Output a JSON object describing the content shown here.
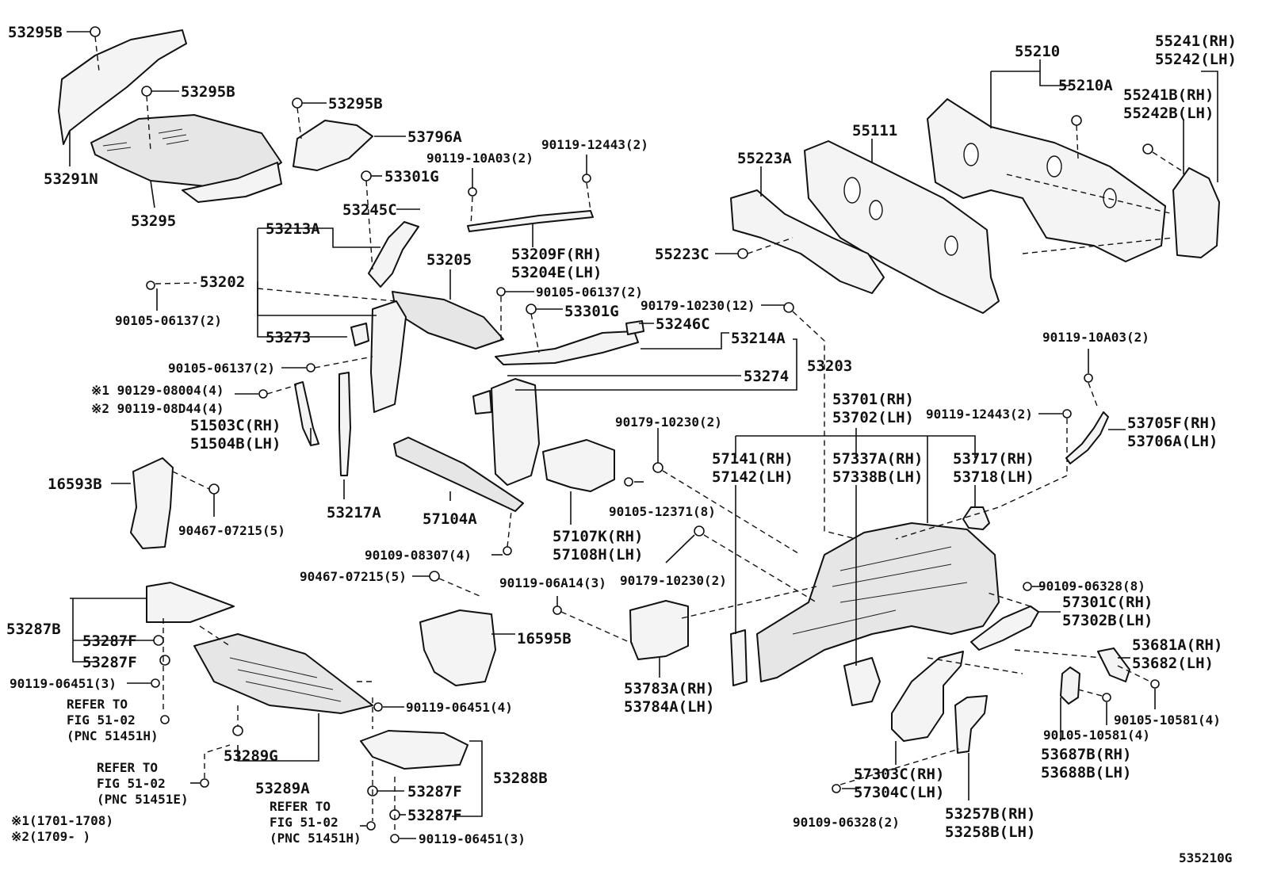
{
  "figure_code": "535210G",
  "labels": [
    {
      "id": "l01",
      "text": "53295B"
    },
    {
      "id": "l02",
      "text": "53295B"
    },
    {
      "id": "l03",
      "text": "53295B"
    },
    {
      "id": "l04",
      "text": "53796A"
    },
    {
      "id": "l05",
      "text": "53291N"
    },
    {
      "id": "l06",
      "text": "53295"
    },
    {
      "id": "l07",
      "text": "90119-10A03(2)"
    },
    {
      "id": "l08",
      "text": "90119-12443(2)"
    },
    {
      "id": "l09",
      "text": "53301G"
    },
    {
      "id": "l10",
      "text": "53245C"
    },
    {
      "id": "l11",
      "text": "53213A"
    },
    {
      "id": "l12",
      "text": "53205"
    },
    {
      "id": "l13",
      "text": "53209F(RH)"
    },
    {
      "id": "l14",
      "text": "53204E(LH)"
    },
    {
      "id": "l15",
      "text": "53202"
    },
    {
      "id": "l16",
      "text": "90105-06137(2)"
    },
    {
      "id": "l17",
      "text": "90105-06137(2)"
    },
    {
      "id": "l18",
      "text": "53301G"
    },
    {
      "id": "l19",
      "text": "53273"
    },
    {
      "id": "l20",
      "text": "53246C"
    },
    {
      "id": "l21",
      "text": "53214A"
    },
    {
      "id": "l22",
      "text": "53203"
    },
    {
      "id": "l23",
      "text": "90105-06137(2)"
    },
    {
      "id": "l24",
      "text": "53274"
    },
    {
      "id": "l25",
      "text": "※1 90129-08004(4)"
    },
    {
      "id": "l26",
      "text": "※2 90119-08D44(4)"
    },
    {
      "id": "l27",
      "text": "51503C(RH)"
    },
    {
      "id": "l28",
      "text": "51504B(LH)"
    },
    {
      "id": "l29",
      "text": "16593B"
    },
    {
      "id": "l30",
      "text": "90467-07215(5)"
    },
    {
      "id": "l31",
      "text": "53217A"
    },
    {
      "id": "l32",
      "text": "57104A"
    },
    {
      "id": "l33",
      "text": "90109-08307(4)"
    },
    {
      "id": "l34",
      "text": "57107K(RH)"
    },
    {
      "id": "l35",
      "text": "57108H(LH)"
    },
    {
      "id": "l36",
      "text": "90179-10230(2)"
    },
    {
      "id": "l37",
      "text": "90105-12371(8)"
    },
    {
      "id": "l38",
      "text": "90179-10230(12)"
    },
    {
      "id": "l39",
      "text": "55111"
    },
    {
      "id": "l40",
      "text": "55223A"
    },
    {
      "id": "l41",
      "text": "55223C"
    },
    {
      "id": "l42",
      "text": "55210"
    },
    {
      "id": "l43",
      "text": "55210A"
    },
    {
      "id": "l44",
      "text": "55241(RH)"
    },
    {
      "id": "l45",
      "text": "55242(LH)"
    },
    {
      "id": "l46",
      "text": "55241B(RH)"
    },
    {
      "id": "l47",
      "text": "55242B(LH)"
    },
    {
      "id": "l48",
      "text": "90119-10A03(2)"
    },
    {
      "id": "l49",
      "text": "53701(RH)"
    },
    {
      "id": "l50",
      "text": "53702(LH)"
    },
    {
      "id": "l51",
      "text": "90119-12443(2)"
    },
    {
      "id": "l52",
      "text": "53705F(RH)"
    },
    {
      "id": "l53",
      "text": "53706A(LH)"
    },
    {
      "id": "l54",
      "text": "57141(RH)"
    },
    {
      "id": "l55",
      "text": "57142(LH)"
    },
    {
      "id": "l56",
      "text": "57337A(RH)"
    },
    {
      "id": "l57",
      "text": "57338B(LH)"
    },
    {
      "id": "l58",
      "text": "53717(RH)"
    },
    {
      "id": "l59",
      "text": "53718(LH)"
    },
    {
      "id": "l60",
      "text": "90179-10230(2)"
    },
    {
      "id": "l61",
      "text": "90109-06328(8)"
    },
    {
      "id": "l62",
      "text": "57301C(RH)"
    },
    {
      "id": "l63",
      "text": "57302B(LH)"
    },
    {
      "id": "l64",
      "text": "53681A(RH)"
    },
    {
      "id": "l65",
      "text": "53682(LH)"
    },
    {
      "id": "l66",
      "text": "90105-10581(4)"
    },
    {
      "id": "l67",
      "text": "90105-10581(4)"
    },
    {
      "id": "l68",
      "text": "53687B(RH)"
    },
    {
      "id": "l69",
      "text": "53688B(LH)"
    },
    {
      "id": "l70",
      "text": "53783A(RH)"
    },
    {
      "id": "l71",
      "text": "53784A(LH)"
    },
    {
      "id": "l72",
      "text": "57303C(RH)"
    },
    {
      "id": "l73",
      "text": "57304C(LH)"
    },
    {
      "id": "l74",
      "text": "53257B(RH)"
    },
    {
      "id": "l75",
      "text": "53258B(LH)"
    },
    {
      "id": "l76",
      "text": "90109-06328(2)"
    },
    {
      "id": "l77",
      "text": "90467-07215(5)"
    },
    {
      "id": "l78",
      "text": "90119-06A14(3)"
    },
    {
      "id": "l79",
      "text": "16595B"
    },
    {
      "id": "l80",
      "text": "53287B"
    },
    {
      "id": "l81",
      "text": "53287F"
    },
    {
      "id": "l82",
      "text": "53287F"
    },
    {
      "id": "l83",
      "text": "90119-06451(3)"
    },
    {
      "id": "l84",
      "text": "REFER TO"
    },
    {
      "id": "l85",
      "text": "FIG 51-02"
    },
    {
      "id": "l86",
      "text": "(PNC 51451H)"
    },
    {
      "id": "l87",
      "text": "90119-06451(4)"
    },
    {
      "id": "l88",
      "text": "53289G"
    },
    {
      "id": "l89",
      "text": "53289A"
    },
    {
      "id": "l90",
      "text": "REFER TO"
    },
    {
      "id": "l91",
      "text": "FIG 51-02"
    },
    {
      "id": "l92",
      "text": "(PNC 51451E)"
    },
    {
      "id": "l93",
      "text": "REFER TO"
    },
    {
      "id": "l94",
      "text": "FIG 51-02"
    },
    {
      "id": "l95",
      "text": "(PNC 51451H)"
    },
    {
      "id": "l96",
      "text": "53287F"
    },
    {
      "id": "l97",
      "text": "53287F"
    },
    {
      "id": "l98",
      "text": "53288B"
    },
    {
      "id": "l99",
      "text": "90119-06451(3)"
    },
    {
      "id": "l100",
      "text": "※1(1701-1708)"
    },
    {
      "id": "l101",
      "text": "※2(1709-     )"
    }
  ]
}
